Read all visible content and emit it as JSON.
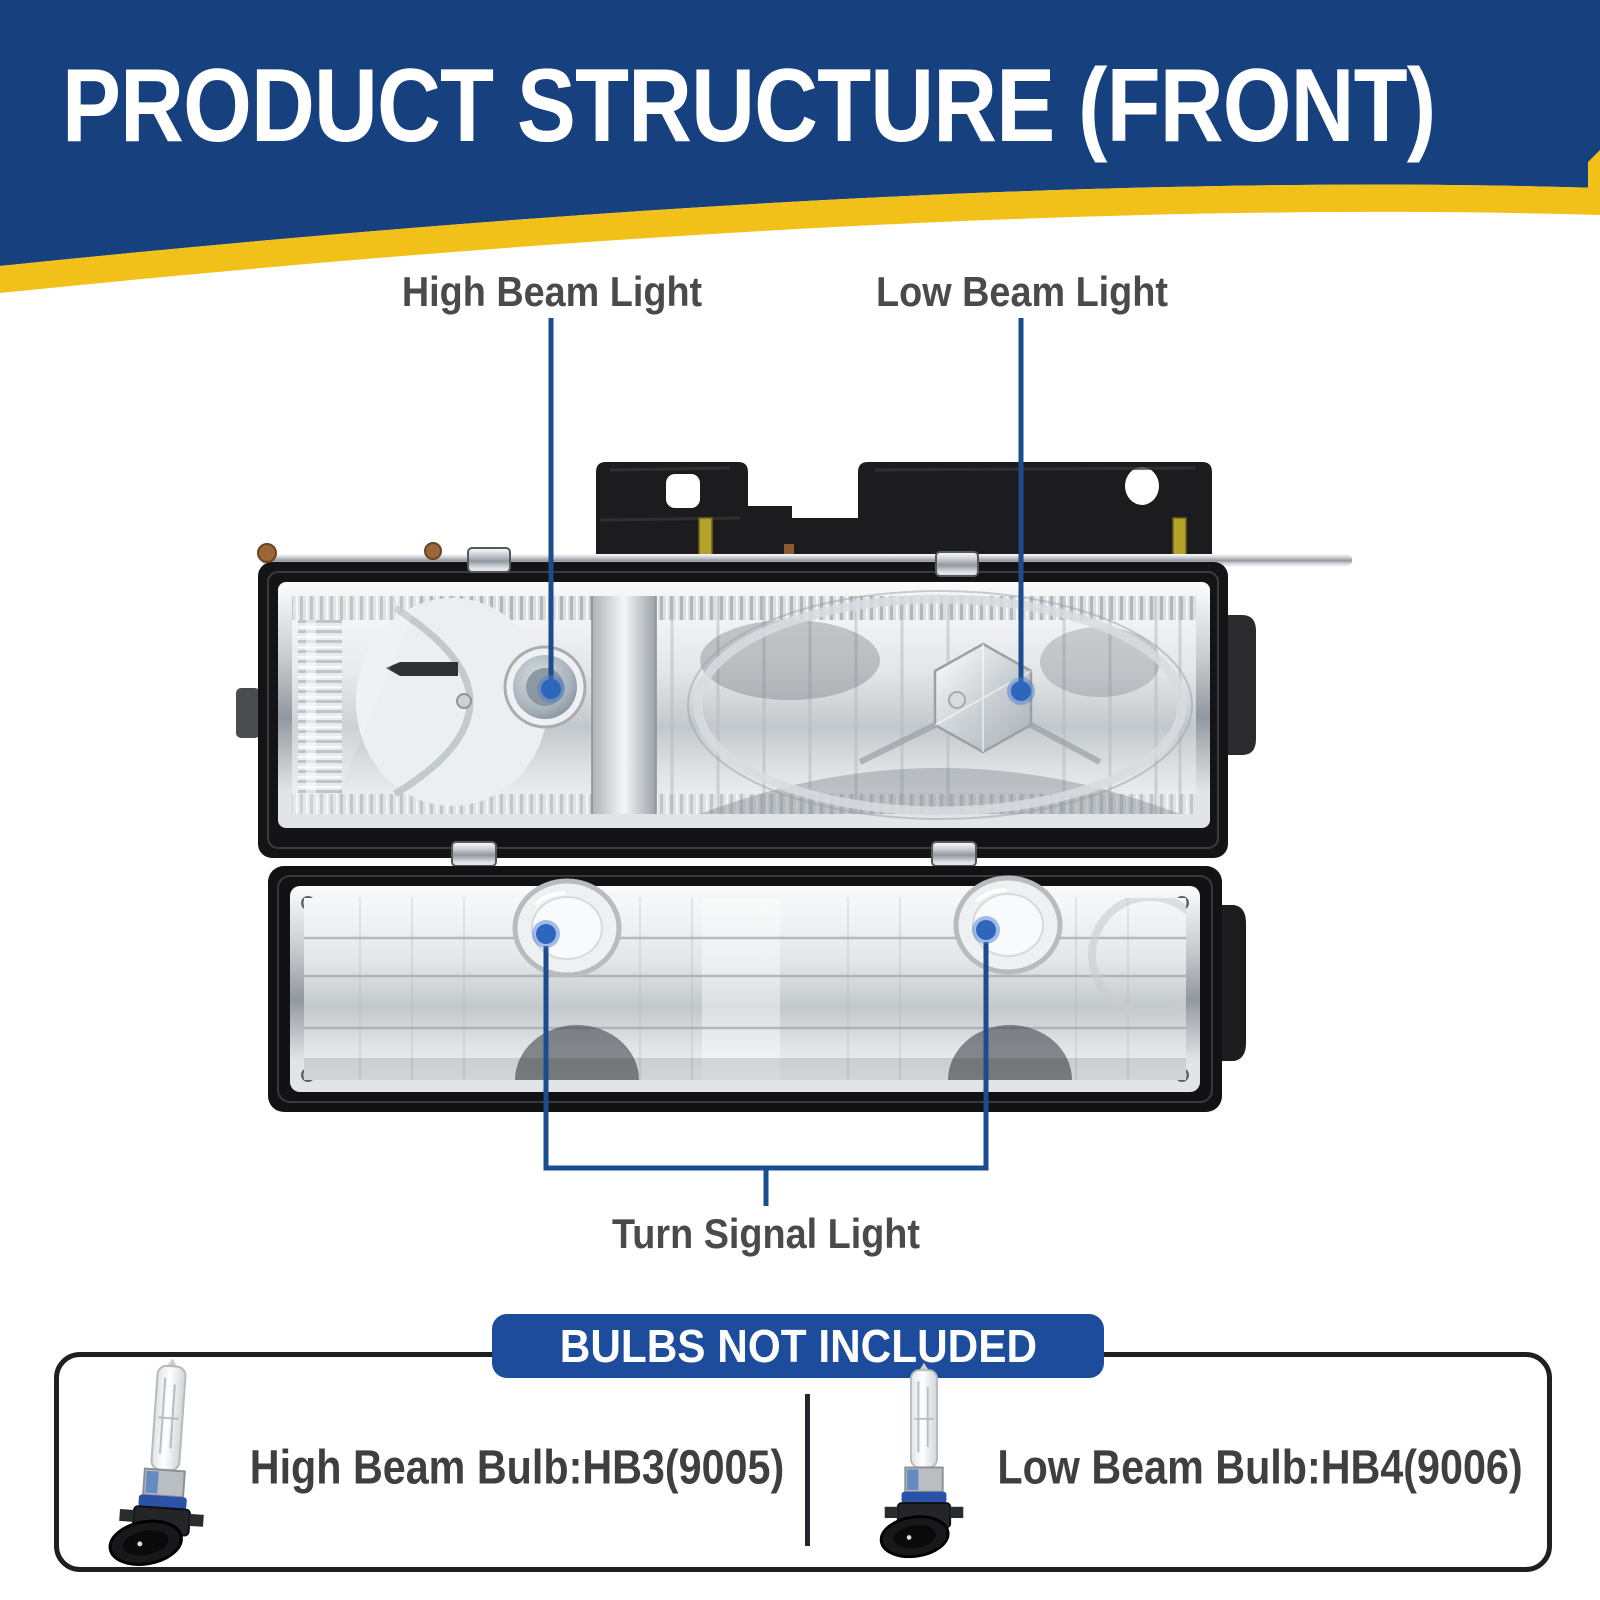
{
  "banner": {
    "title": "PRODUCT STRUCTURE (FRONT)",
    "bg_color": "#17407F",
    "swoosh_color": "#F2C119",
    "text_color": "#FFFFFF"
  },
  "callouts": {
    "line_color": "#1A4C8E",
    "dot_color": "#3470C4",
    "label_color": "#4A4A4A",
    "high_beam": {
      "label": "High Beam Light"
    },
    "low_beam": {
      "label": "Low Beam Light"
    },
    "turn_signal": {
      "label": "Turn Signal Light"
    }
  },
  "bulbs_box": {
    "header": "BULBS NOT INCLUDED",
    "header_bg": "#1C4C9B",
    "border_color": "#1F1F1F",
    "label_color": "#3F3F3F",
    "items": [
      {
        "icon": "halogen-bulb-icon",
        "label": "High Beam Bulb:HB3(9005)"
      },
      {
        "icon": "halogen-bulb-icon",
        "label": "Low Beam Bulb:HB4(9006)"
      }
    ]
  }
}
